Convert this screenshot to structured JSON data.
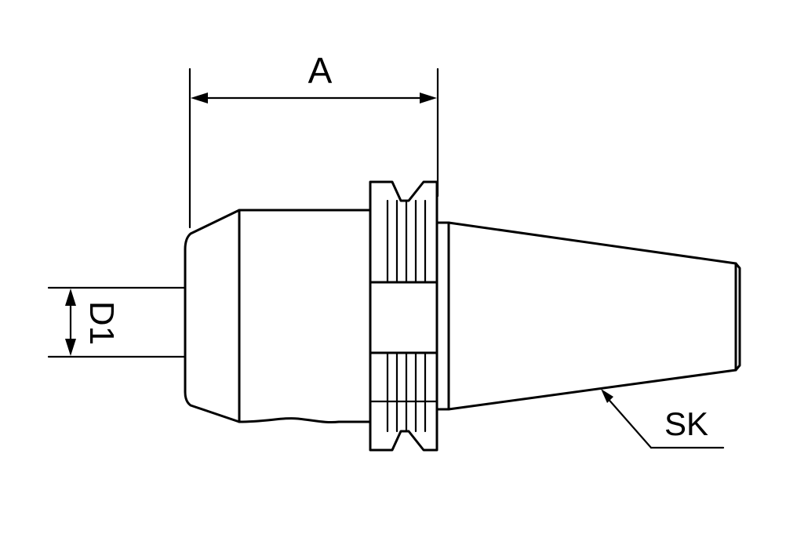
{
  "labels": {
    "dimension_a": "A",
    "dimension_d1": "D1",
    "taper": "SK"
  },
  "colors": {
    "stroke": "#000000",
    "background": "#ffffff"
  }
}
